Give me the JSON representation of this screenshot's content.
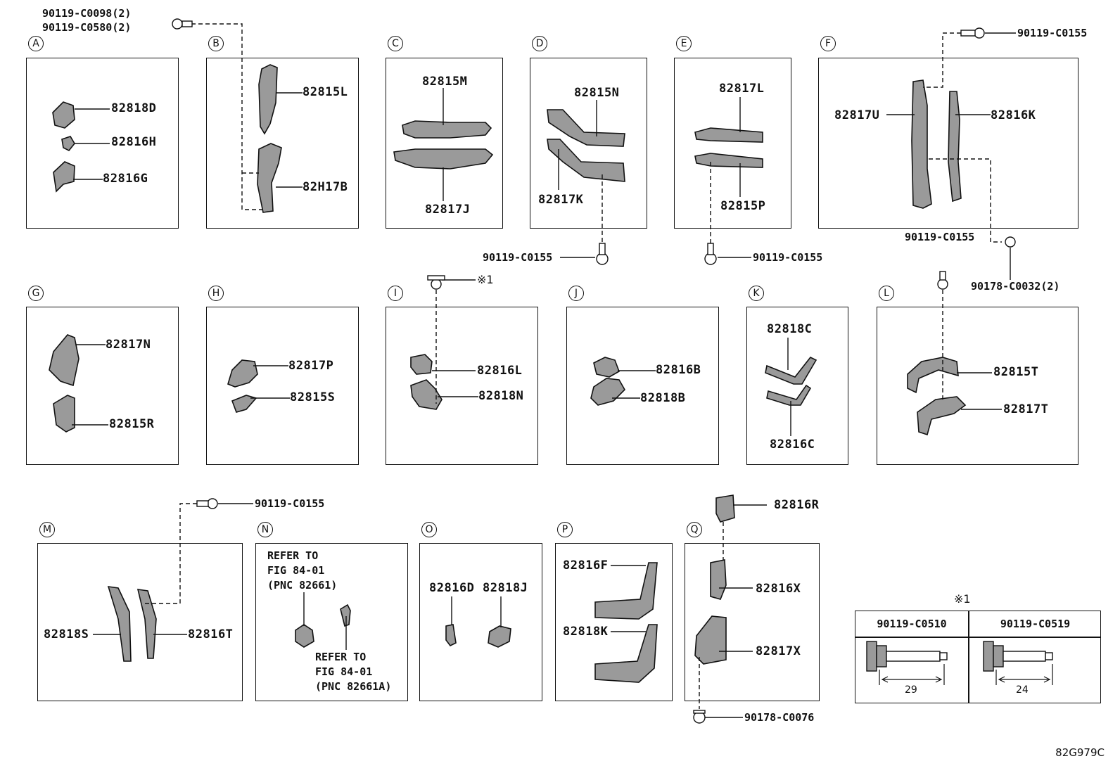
{
  "panels": [
    {
      "id": "A",
      "labels": [
        "82818D",
        "82816H",
        "82816G"
      ]
    },
    {
      "id": "B",
      "labels": [
        "82815L",
        "82H17B"
      ]
    },
    {
      "id": "C",
      "labels": [
        "82815M",
        "82817J"
      ]
    },
    {
      "id": "D",
      "labels": [
        "82815N",
        "82817K"
      ]
    },
    {
      "id": "E",
      "labels": [
        "82817L",
        "82815P"
      ]
    },
    {
      "id": "F",
      "labels": [
        "82817U",
        "82816K"
      ]
    },
    {
      "id": "G",
      "labels": [
        "82817N",
        "82815R"
      ]
    },
    {
      "id": "H",
      "labels": [
        "82817P",
        "82815S"
      ]
    },
    {
      "id": "I",
      "labels": [
        "82816L",
        "82818N"
      ]
    },
    {
      "id": "J",
      "labels": [
        "82816B",
        "82818B"
      ]
    },
    {
      "id": "K",
      "labels": [
        "82818C",
        "82816C"
      ]
    },
    {
      "id": "L",
      "labels": [
        "82815T",
        "82817T"
      ]
    },
    {
      "id": "M",
      "labels": [
        "82818S",
        "82816T"
      ]
    },
    {
      "id": "N",
      "labels": []
    },
    {
      "id": "O",
      "labels": [
        "82816D",
        "82818J"
      ]
    },
    {
      "id": "P",
      "labels": [
        "82816F",
        "82818K"
      ]
    },
    {
      "id": "Q",
      "labels": [
        "82816R",
        "82816X",
        "82817X"
      ]
    }
  ],
  "hardware": {
    "top_left_1": "90119-C0098(2)",
    "top_left_2": "90119-C0580(2)",
    "f_top": "90119-C0155",
    "d_bottom": "90119-C0155",
    "e_bottom": "90119-C0155",
    "l_top": "90119-C0155",
    "f_clip": "90178-C0032(2)",
    "i_ref": "※1",
    "m_top": "90119-C0155",
    "q_bottom": "90178-C0076"
  },
  "notes": {
    "n_ref1": [
      "REFER TO",
      "FIG 84-01",
      "(PNC 82661)"
    ],
    "n_ref2": [
      "REFER TO",
      "FIG 84-01",
      "(PNC 82661A)"
    ]
  },
  "table": {
    "mark": "※1",
    "col1": "90119-C0510",
    "col2": "90119-C0519",
    "dim1": "29",
    "dim2": "24"
  },
  "diagram_code": "82G979C"
}
